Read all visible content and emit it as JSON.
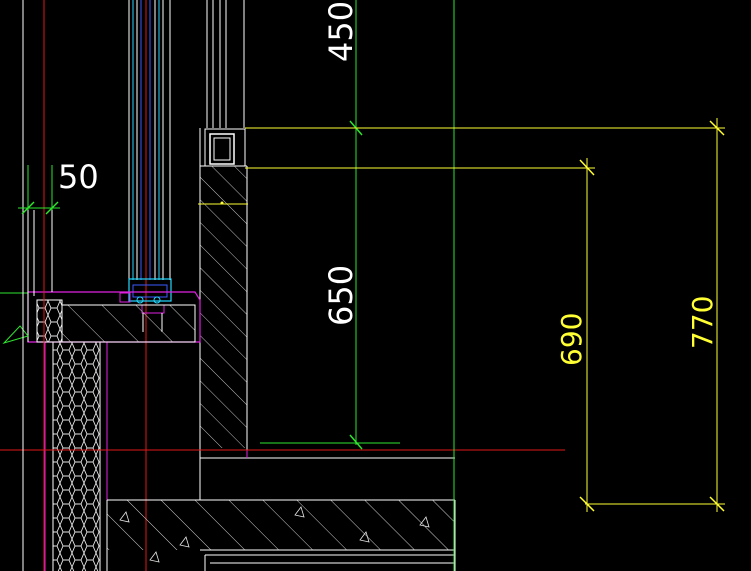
{
  "drawing": {
    "background": "#000000",
    "colors": {
      "white": "#ffffff",
      "yellow": "#ffff33",
      "green": "#2ee62e",
      "red": "#e01818",
      "magenta": "#e020e0",
      "cyan": "#22d8ff",
      "blue": "#3a5cff",
      "gray": "#bfbfbf"
    },
    "dimensions": {
      "top_vertical": "450",
      "left_horizontal": "50",
      "center_vertical": "650",
      "inner_vertical": "690",
      "outer_vertical": "770"
    }
  }
}
